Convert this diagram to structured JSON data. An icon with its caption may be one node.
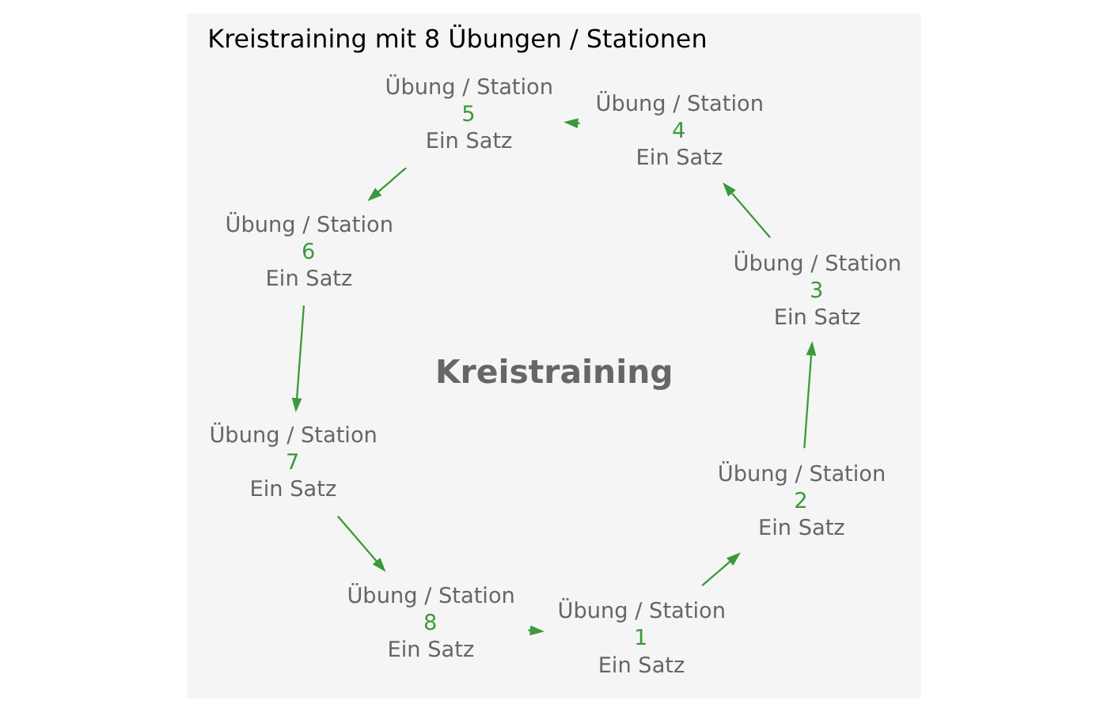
{
  "diagram": {
    "title": "Kreistraining mit 8 Übungen / Stationen",
    "nodes": [
      {
        "text": [
          "Übung / Station",
          "1",
          "Ein Satz"
        ]
      },
      {
        "text": [
          "Übung / Station",
          "2",
          "Ein Satz"
        ]
      },
      {
        "text": [
          "Übung / Station",
          "3",
          "Ein Satz"
        ]
      },
      {
        "text": [
          "Übung / Station",
          "4",
          "Ein Satz"
        ]
      },
      {
        "text": [
          "Übung / Station",
          "5",
          "Ein Satz"
        ]
      },
      {
        "text": [
          "Übung / Station",
          "6",
          "Ein Satz"
        ]
      },
      {
        "text": [
          "Übung / Station",
          "7",
          "Ein Satz"
        ]
      },
      {
        "text": [
          "Übung / Station",
          "8",
          "Ein Satz"
        ]
      }
    ],
    "edges": [
      {
        "from": 0,
        "to": 1,
        "arrow": "to"
      },
      {
        "from": 1,
        "to": 2,
        "arrow": "to"
      },
      {
        "from": 2,
        "to": 3,
        "arrow": "to"
      },
      {
        "from": 3,
        "to": 4,
        "arrow": "to"
      },
      {
        "from": 4,
        "to": 5,
        "arrow": "to"
      },
      {
        "from": 5,
        "to": 6,
        "arrow": "to"
      },
      {
        "from": 6,
        "to": 7,
        "arrow": "to"
      },
      {
        "from": 7,
        "to": 0,
        "arrow": "to"
      }
    ],
    "labels": [
      "Kreistraining"
    ]
  }
}
